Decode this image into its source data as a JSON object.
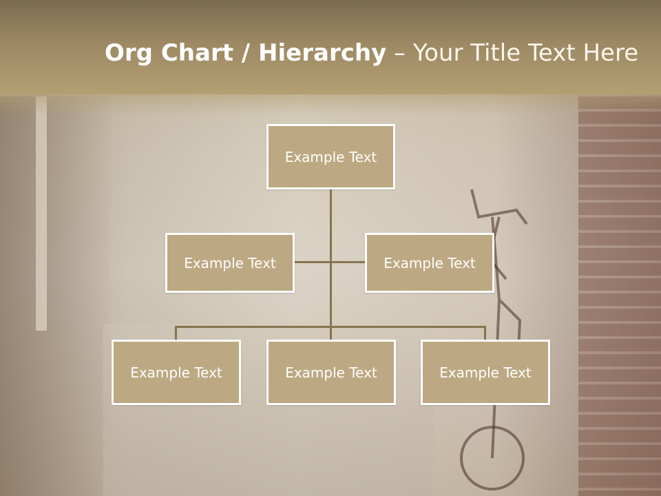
{
  "title": {
    "bold": "Org Chart / Hierarchy",
    "dash": " – ",
    "rest": "Your Title Text Here"
  },
  "nodes": {
    "top": "Example Text",
    "mid_left": "Example Text",
    "mid_right": "Example Text",
    "bottom_left": "Example Text",
    "bottom_center": "Example Text",
    "bottom_right": "Example Text"
  },
  "colors": {
    "header": "#a8946c",
    "node_fill": "#bca882",
    "node_border": "#ffffff",
    "connector": "#85744f"
  }
}
